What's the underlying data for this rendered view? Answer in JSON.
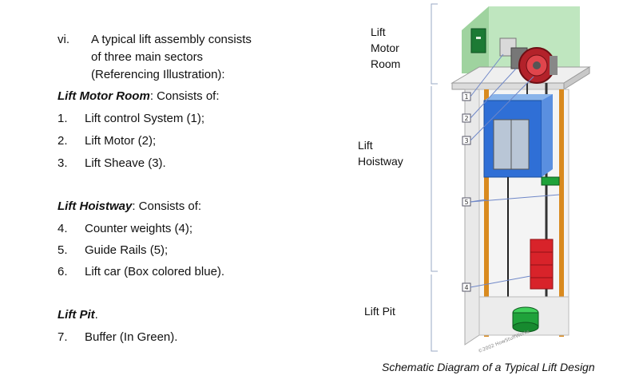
{
  "intro": {
    "marker": "vi.",
    "lines": [
      "A typical lift assembly consists",
      "of three main sectors",
      "(Referencing Illustration):"
    ]
  },
  "sections": [
    {
      "title": "Lift Motor Room",
      "suffix": ": Consists of:",
      "items": [
        {
          "n": "1.",
          "text": "Lift control System (1);"
        },
        {
          "n": "2.",
          "text": "Lift Motor (2);"
        },
        {
          "n": "3.",
          "text": "Lift Sheave (3)."
        }
      ]
    },
    {
      "title": "Lift Hoistway",
      "suffix": ": Consists of:",
      "items": [
        {
          "n": "4.",
          "text": "Counter weights (4);"
        },
        {
          "n": "5.",
          "text": "Guide Rails (5);"
        },
        {
          "n": "6.",
          "text": "Lift car (Box colored blue)."
        }
      ]
    },
    {
      "title": "Lift Pit",
      "suffix": ".",
      "items": [
        {
          "n": "7.",
          "text": "Buffer (In Green)."
        }
      ]
    }
  ],
  "diagram": {
    "labels": {
      "motor_room": [
        "Lift",
        "Motor",
        "Room"
      ],
      "hoistway": [
        "Lift",
        "Hoistway"
      ],
      "pit": "Lift Pit"
    },
    "callouts": [
      "1",
      "2",
      "3",
      "5",
      "4"
    ],
    "watermark": "©2002 HowStuffWorks",
    "caption": "Schematic Diagram of a Typical Lift Design",
    "colors": {
      "car": "#2f6fd6",
      "counterweight": "#d8232a",
      "buffer": "#1fa23a",
      "room": "#a8dfa8",
      "rail": "#d98a1e"
    }
  }
}
